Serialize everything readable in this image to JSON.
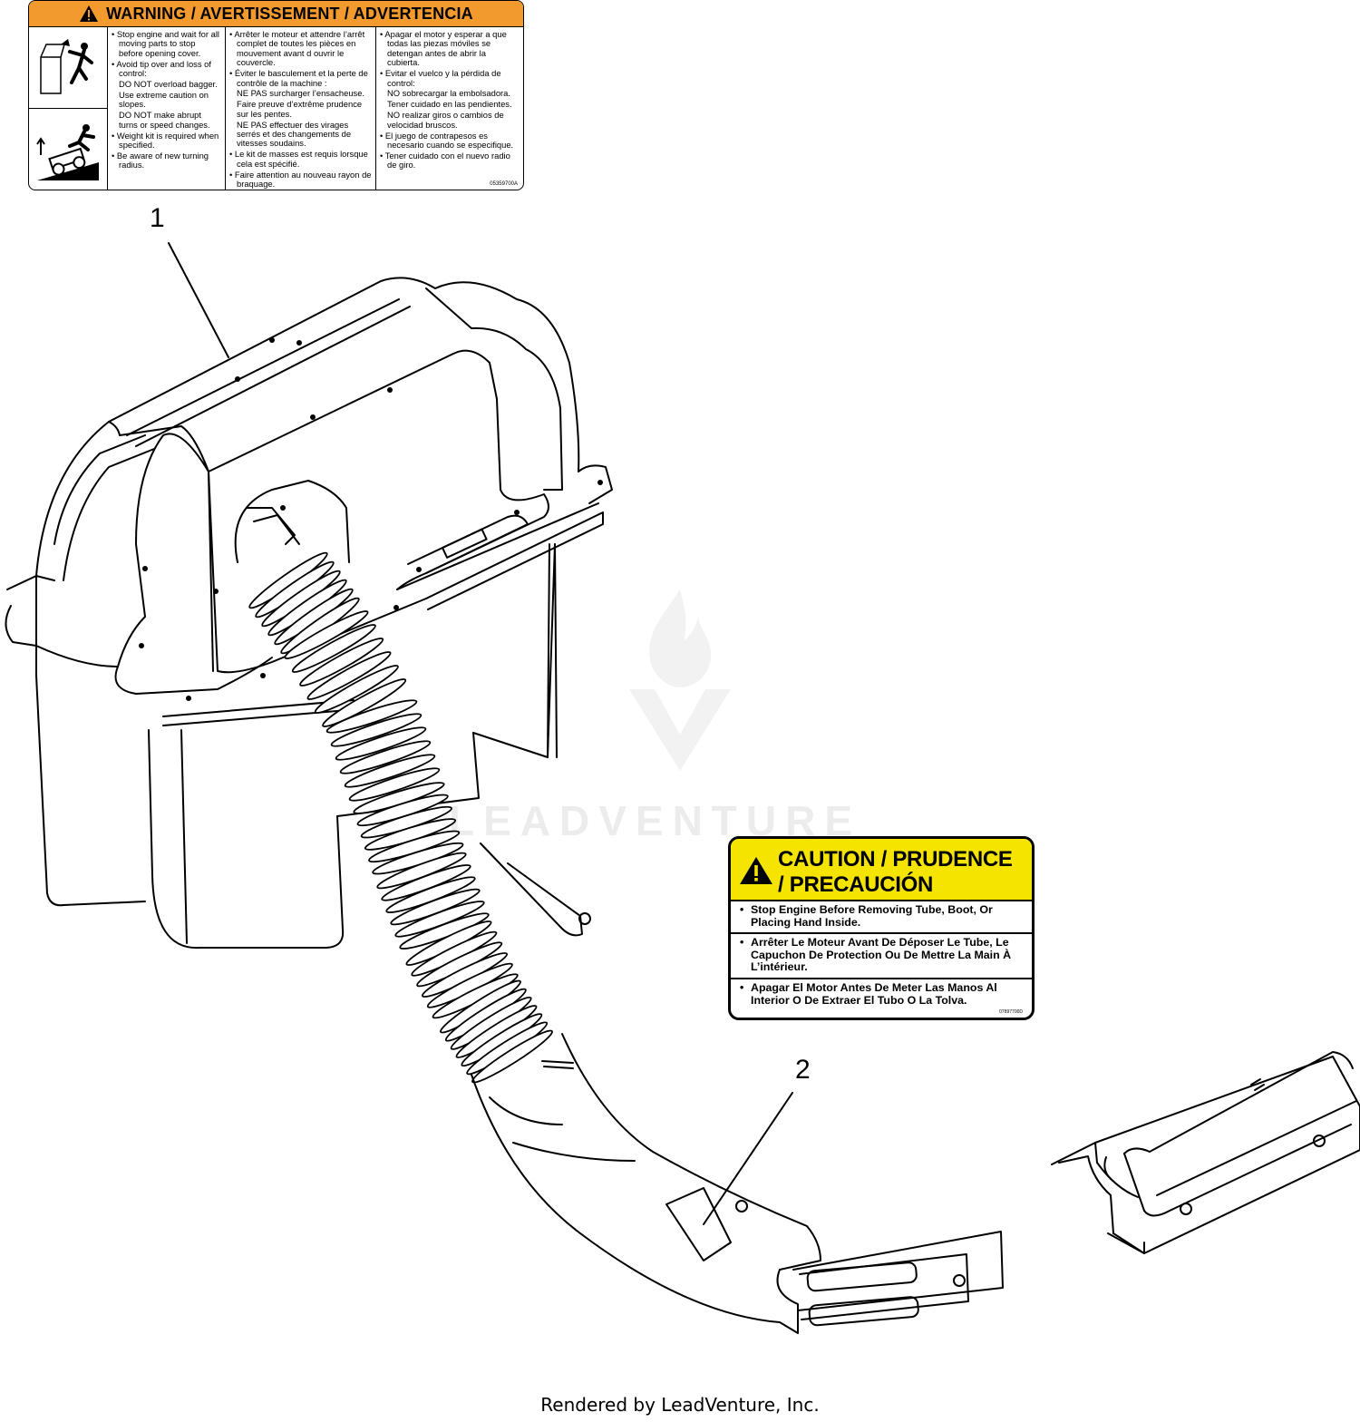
{
  "warning_label": {
    "title": "WARNING / AVERTISSEMENT / ADVERTENCIA",
    "english": [
      {
        "t": "Stop engine and wait for all moving parts to stop before opening cover.",
        "b": true
      },
      {
        "t": "Avoid tip over and loss of control:",
        "b": true
      },
      {
        "t": "DO NOT overload bagger.",
        "b": false
      },
      {
        "t": "Use extreme caution on slopes.",
        "b": false
      },
      {
        "t": "DO NOT make abrupt turns or speed changes.",
        "b": false
      },
      {
        "t": "Weight kit is required when specified.",
        "b": true
      },
      {
        "t": "Be aware of new turning radius.",
        "b": true
      }
    ],
    "french": [
      {
        "t": "Arrêter le moteur et attendre l’arrêt complet de toutes les pièces en mouvement avant d   ouvrir le couvercle.",
        "b": true
      },
      {
        "t": "Éviter le basculement et la perte de contrôle de la machine :",
        "b": true
      },
      {
        "t": "NE PAS surcharger l’ensacheuse.",
        "b": false
      },
      {
        "t": "Faire preuve d’extrême prudence sur les pentes.",
        "b": false
      },
      {
        "t": "NE PAS effectuer des virages serrés et des changements de vitesses soudains.",
        "b": false
      },
      {
        "t": "Le kit de masses est requis lorsque cela est spécifié.",
        "b": true
      },
      {
        "t": "Faire attention au nouveau rayon de braquage.",
        "b": true
      }
    ],
    "spanish": [
      {
        "t": "Apagar el motor y esperar a que todas las piezas móviles se detengan antes de abrir la cubierta.",
        "b": true
      },
      {
        "t": "Evitar el vuelco y la pérdida de control:",
        "b": true
      },
      {
        "t": "NO sobrecargar la embolsadora.",
        "b": false
      },
      {
        "t": "Tener cuidado en las pendientes.",
        "b": false
      },
      {
        "t": "NO realizar giros o cambios de velocidad bruscos.",
        "b": false
      },
      {
        "t": "El juego de contrapesos es necesario cuando se especifique.",
        "b": true
      },
      {
        "t": "Tener cuidado con el nuevo radio de giro.",
        "b": true
      }
    ],
    "part_number": "05359700A",
    "header_color": "#f29a2e"
  },
  "caution_label": {
    "title_line1": "CAUTION / PRUDENCE",
    "title_line2": "/ PRECAUCIÓN",
    "items": [
      "Stop Engine Before Removing Tube, Boot, Or Placing Hand Inside.",
      "Arrêter Le Moteur Avant De Déposer Le Tube, Le Capuchon De Protection Ou De Mettre La Main À L’intérieur.",
      "Apagar El Motor Antes De Meter Las Manos Al Interior O De Extraer El Tubo O La Tolva."
    ],
    "part_number": "07897700D",
    "header_color": "#f5e400"
  },
  "callouts": {
    "one": "1",
    "two": "2"
  },
  "watermark": "LEADVENTURE",
  "footer": "Rendered by LeadVenture, Inc."
}
